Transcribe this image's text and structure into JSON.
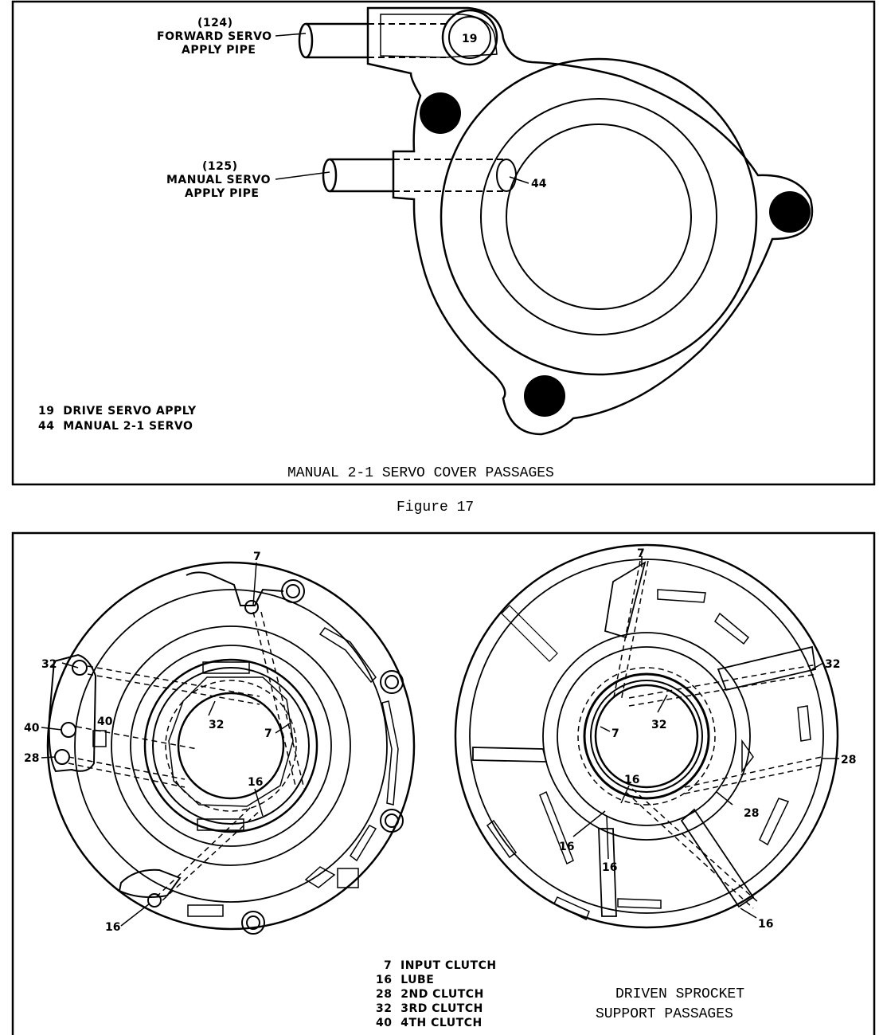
{
  "figure17": {
    "pipe_forward": [
      "(124)",
      "FORWARD SERVO",
      "APPLY PIPE"
    ],
    "pipe_manual": [
      "(125)",
      "MANUAL SERVO",
      "APPLY PIPE"
    ],
    "callout_19": "19",
    "callout_44": "44",
    "legend": [
      "19  DRIVE SERVO APPLY",
      "44  MANUAL 2-1 SERVO"
    ],
    "caption": "MANUAL 2-1 SERVO COVER PASSAGES",
    "figure_label": "Figure 17"
  },
  "figure18": {
    "left_callouts": {
      "c7_top": "7",
      "c32_left": "32",
      "c40_left": "40",
      "c40_inner": "40",
      "c28_left": "28",
      "c32_inner": "32",
      "c7_inner": "7",
      "c16_inner": "16",
      "c16_bottom": "16"
    },
    "right_callouts": {
      "c7_top": "7",
      "c32_right": "32",
      "c28_right": "28",
      "c7_inner": "7",
      "c32_inner": "32",
      "c16_inner": "16",
      "c28_inner": "28",
      "c16_left": "16",
      "c16_lower": "16",
      "c16_bottom": "16"
    },
    "legend": [
      "7  INPUT CLUTCH",
      "16  LUBE",
      "28  2ND CLUTCH",
      "32  3RD CLUTCH",
      "40  4TH CLUTCH"
    ],
    "caption": [
      "DRIVEN SPROCKET",
      "SUPPORT PASSAGES"
    ]
  }
}
